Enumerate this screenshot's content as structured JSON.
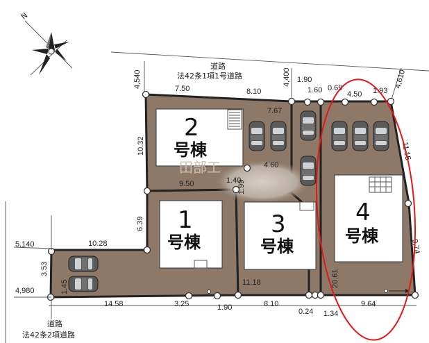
{
  "compass": {
    "label": "N"
  },
  "roads": {
    "north": {
      "line1": "道路",
      "line2": "法42条1項1号道路"
    },
    "south": {
      "line1": "道路",
      "line2": "法42条2項道路"
    }
  },
  "lots": [
    {
      "id": "lot-2",
      "number": "2",
      "label": "号棟"
    },
    {
      "id": "lot-1",
      "number": "1",
      "label": "号棟"
    },
    {
      "id": "lot-3",
      "number": "3",
      "label": "号棟"
    },
    {
      "id": "lot-4",
      "number": "4",
      "label": "号棟"
    }
  ],
  "watermark": "田部工",
  "dimensions": {
    "d_4540": "4,540",
    "d_750": "7.50",
    "d_810_top": "8.10",
    "d_4400": "4,400",
    "d_190_top": "1.90",
    "d_160": "1.60",
    "d_069": "0.69",
    "d_450": "4.50",
    "d_193": "1.93",
    "d_4610": "4,610",
    "d_767": "7.67",
    "d_1032": "10.32",
    "d_460": "4.60",
    "d_950": "9.50",
    "d_140": "1.40",
    "d_199": "1.99",
    "d_1115": "11.15",
    "d_639": "6.39",
    "d_5140": "5,140",
    "d_1028": "10.28",
    "d_353": "3.53",
    "d_145": "1.45",
    "d_4980": "4,980",
    "d_1458": "14.58",
    "d_1118": "11.18",
    "d_325": "3.25",
    "d_190_bot": "1.90",
    "d_810_bot": "8.10",
    "d_024": "0.24",
    "d_134": "1.34",
    "d_964": "9.64",
    "d_2061": "20.61",
    "d_974": "9.74"
  },
  "highlight": {
    "color": "#e01818",
    "target": "lot-4"
  },
  "colors": {
    "lot_fill": "#8e7868",
    "parking": "#c9c1b8",
    "border": "#222222"
  }
}
